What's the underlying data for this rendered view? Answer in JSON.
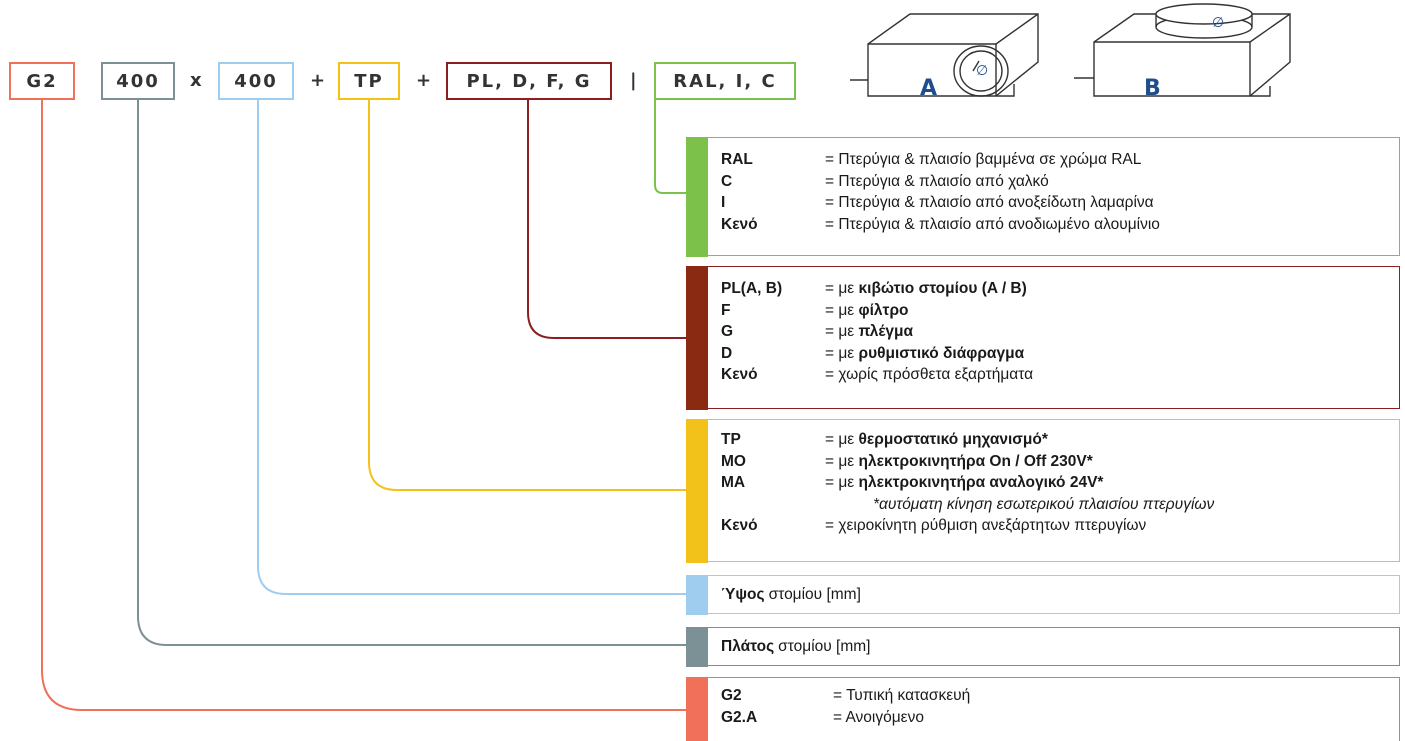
{
  "colors": {
    "g2": "#f0705a",
    "dim_width": "#7b9196",
    "dim_height": "#9ecdf0",
    "mech": "#f2c21b",
    "access": "#8b1f1f",
    "finish": "#7cc24a",
    "text": "#1a1a1a",
    "letter": "#1f4e8c"
  },
  "code": {
    "g2": "G2",
    "width": "400",
    "x": "x",
    "height": "400",
    "plus1": "+",
    "mech": "TP",
    "plus2": "+",
    "access": "PL, D, F, G",
    "pipe": "|",
    "finish": "RAL, I, C"
  },
  "illustrations": {
    "a": {
      "letter": "A",
      "icon": "box-side-outlet-icon",
      "diameter_symbol": "∅"
    },
    "b": {
      "letter": "B",
      "icon": "box-top-outlet-icon",
      "diameter_symbol": "∅"
    }
  },
  "legend": {
    "finish": [
      {
        "key": "RAL",
        "desc": "= Πτερύγια & πλαισίο βαμμένα σε χρώμα RAL"
      },
      {
        "key": "C",
        "desc": "= Πτερύγια & πλαισίο από χαλκό"
      },
      {
        "key": "I",
        "desc": "= Πτερύγια & πλαισίο από ανοξείδωτη λαμαρίνα"
      },
      {
        "key": "Κενό",
        "desc": "= Πτερύγια & πλαισίο από ανοδιωμένο αλουμίνιο"
      }
    ],
    "access": [
      {
        "key": "PL(A, B)",
        "pre": "= με ",
        "bold": "κιβώτιο στομίου (A / B)"
      },
      {
        "key": "F",
        "pre": "= με ",
        "bold": "φίλτρο"
      },
      {
        "key": "G",
        "pre": "= με ",
        "bold": "πλέγμα"
      },
      {
        "key": "D",
        "pre": "= με ",
        "bold": "ρυθμιστικό διάφραγμα"
      },
      {
        "key": "Κενό",
        "pre": "= χωρίς πρόσθετα εξαρτήματα",
        "bold": ""
      }
    ],
    "mech": [
      {
        "key": "TP",
        "pre": "= με ",
        "bold": "θερμοστατικό μηχανισμό*"
      },
      {
        "key": "MO",
        "pre": "= με ",
        "bold": "ηλεκτροκινητήρα On / Off 230V*"
      },
      {
        "key": "MA",
        "pre": "= με ",
        "bold": "ηλεκτροκινητήρα αναλογικό 24V*"
      }
    ],
    "mech_note": "*αυτόματη κίνηση εσωτερικού πλαισίου πτερυγίων",
    "mech_last": {
      "key": "Κενό",
      "desc": "= χειροκίνητη ρύθμιση ανεξάρτητων πτερυγίων"
    },
    "height": {
      "bold": "Ύψος",
      "rest": "στομίου [mm]"
    },
    "width": {
      "bold": "Πλάτος",
      "rest": "στομίου [mm]"
    },
    "g2": [
      {
        "key": "G2",
        "desc": "= Τυπική κατασκευή"
      },
      {
        "key": "G2.A",
        "desc": "= Ανοιγόμενο"
      }
    ]
  }
}
